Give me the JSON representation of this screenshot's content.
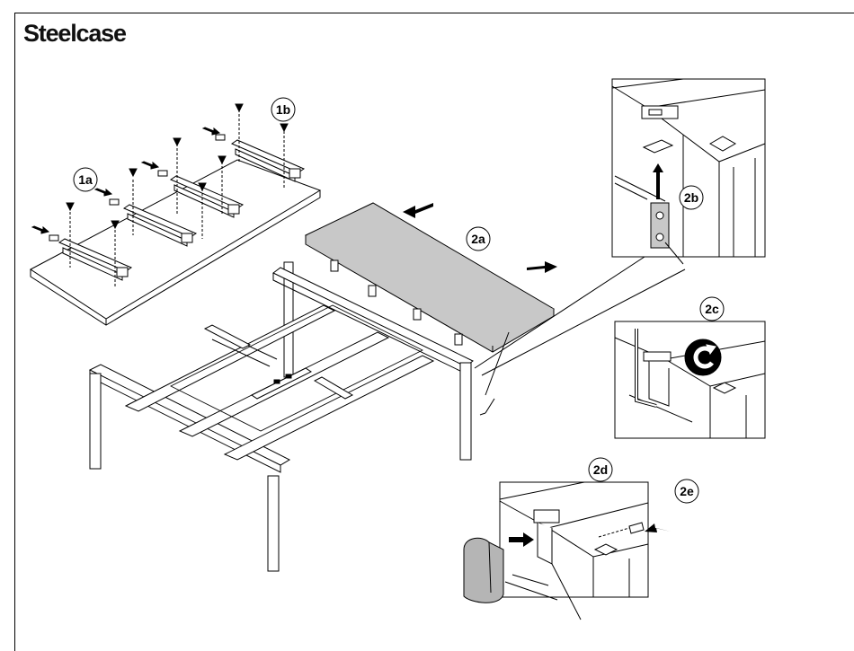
{
  "brand": {
    "logo_text": "Steelcase"
  },
  "callouts": {
    "c1a": "1a",
    "c1b": "1b",
    "c2a": "2a",
    "c2b": "2b",
    "c2c": "2c",
    "c2d": "2d",
    "c2e": "2e"
  },
  "colors": {
    "line": "#000000",
    "panel_fill": "#c8c8c8",
    "cover_fill": "#b5b5b5",
    "background": "#ffffff"
  },
  "icons": [
    "push-arrow-icon",
    "screw-icon",
    "rotate-clockwise-icon",
    "hex-key-icon"
  ]
}
